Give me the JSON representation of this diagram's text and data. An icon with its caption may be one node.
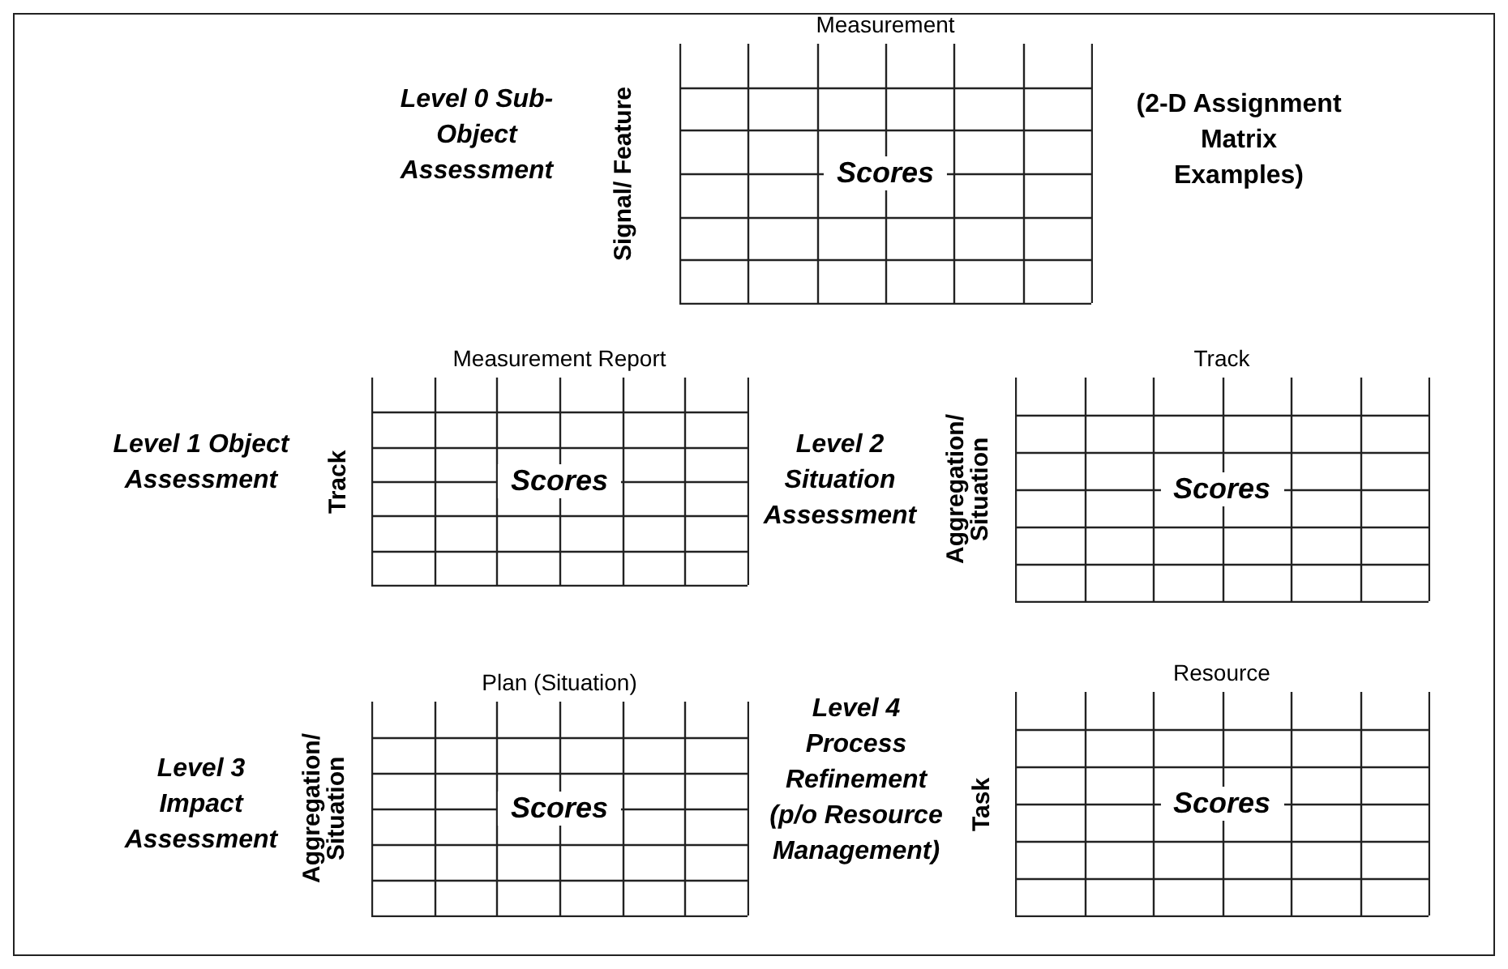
{
  "diagram": {
    "nodes": [
      {
        "text": [
          "Measurement",
          "Signal/ Feature",
          "Scores"
        ]
      },
      {
        "text": [
          "Measurement Report",
          "Track",
          "Scores"
        ]
      },
      {
        "text": [
          "Track",
          "Aggregation/ Situation",
          "Scores"
        ]
      },
      {
        "text": [
          "Plan (Situation)",
          "Aggregation/ Situation",
          "Scores"
        ]
      },
      {
        "text": [
          "Resource",
          "Task",
          "Scores"
        ]
      }
    ],
    "labels": [
      "Level 0 Sub-Object Assessment",
      "(2-D Assignment Matrix Examples)",
      "Level 1 Object Assessment",
      "Level 2 Situation Assessment",
      "Level 3 Impact Assessment",
      "Level 4 Process Refinement (p/o Resource Management)"
    ]
  }
}
